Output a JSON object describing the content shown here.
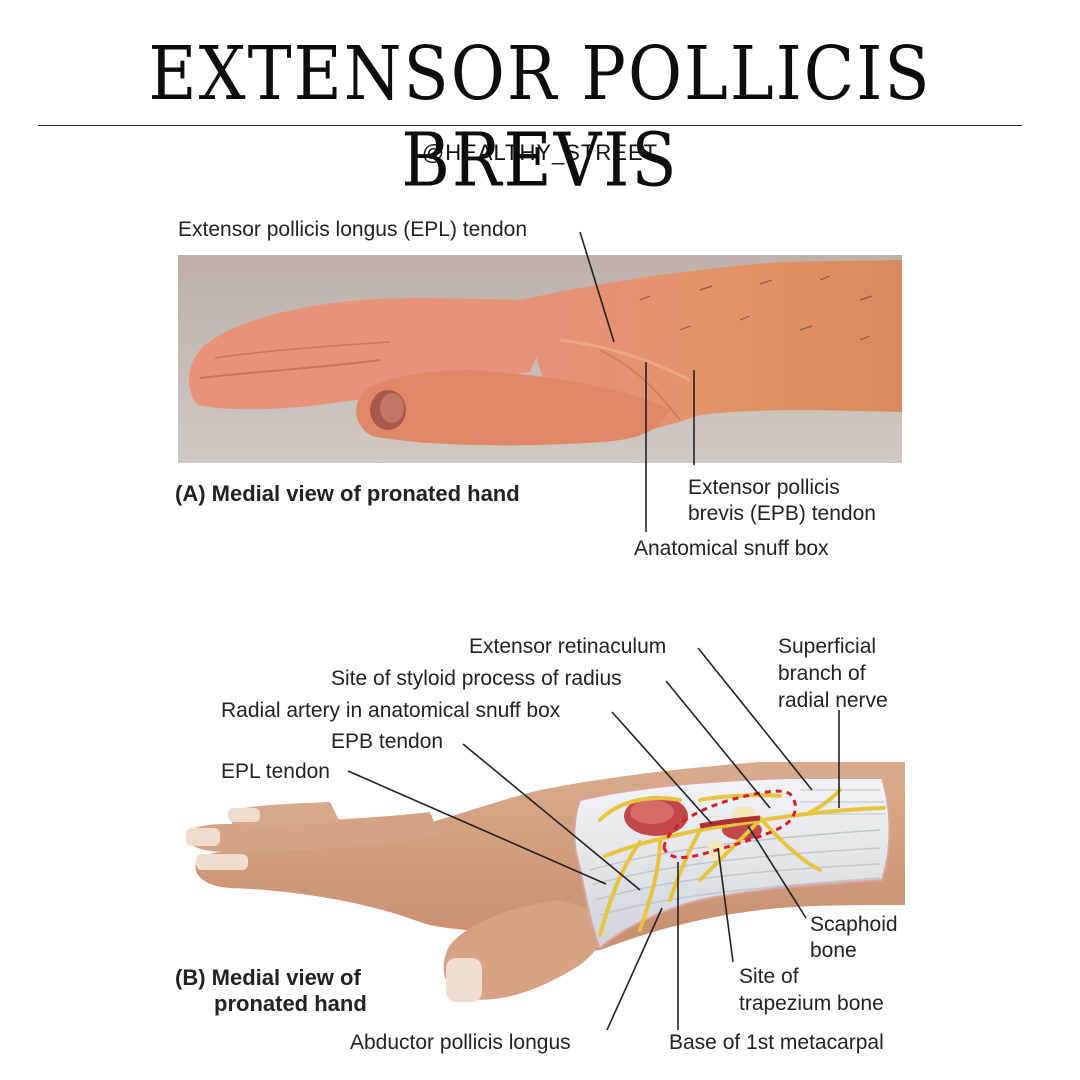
{
  "header": {
    "title": "EXTENSOR POLLICIS BREVIS",
    "handle": "@HEALTHY_STREET"
  },
  "panel_a": {
    "caption": "(A) Medial view of pronated hand",
    "labels": {
      "epl": "Extensor pollicis longus (EPL) tendon",
      "epb_line1": "Extensor pollicis",
      "epb_line2": "brevis (EPB) tendon",
      "snuff_box": "Anatomical snuff box"
    }
  },
  "panel_b": {
    "caption_line1": "(B) Medial view of",
    "caption_line2": "pronated hand",
    "labels": {
      "retinaculum": "Extensor retinaculum",
      "styloid": "Site of styloid process of radius",
      "radial_artery": "Radial artery in anatomical snuff box",
      "epb": "EPB tendon",
      "epl": "EPL tendon",
      "nerve_line1": "Superficial",
      "nerve_line2": "branch of",
      "nerve_line3": "radial nerve",
      "scaphoid_line1": "Scaphoid",
      "scaphoid_line2": "bone",
      "trapezium_line1": "Site of",
      "trapezium_line2": "trapezium bone",
      "apl": "Abductor pollicis longus",
      "metacarpal": "Base of 1st metacarpal"
    }
  },
  "colors": {
    "skin": "#e3946a",
    "photo_bg": "#c4bbb4",
    "tendon": "#eef0f4",
    "nerve": "#e6c440",
    "artery": "#c0474a",
    "dashed_outline": "#d61f26"
  }
}
